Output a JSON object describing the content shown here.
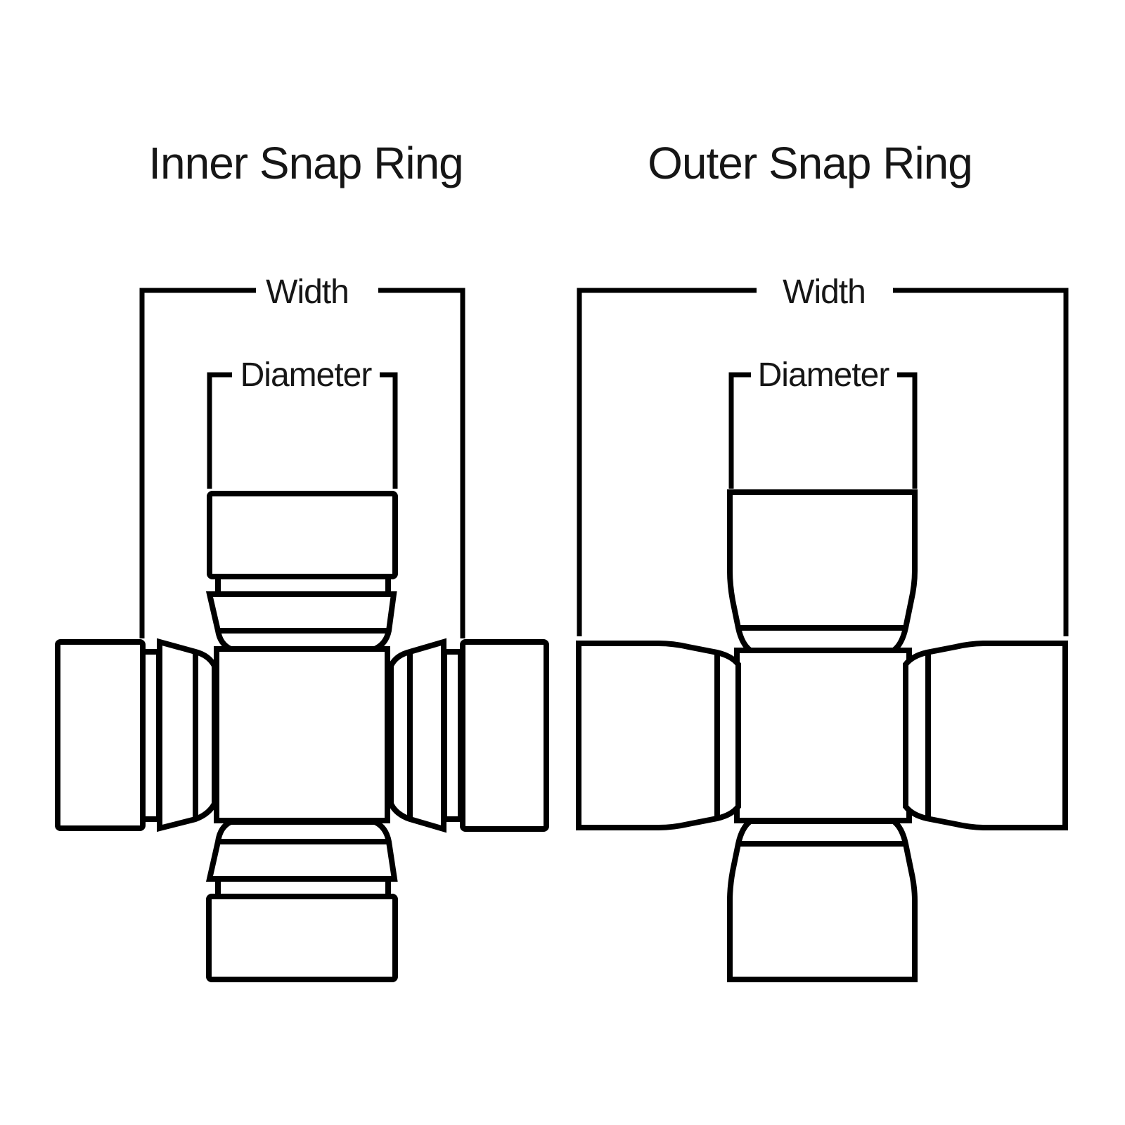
{
  "page": {
    "background": "#ffffff"
  },
  "colors": {
    "line": "#000000",
    "text": "#161616"
  },
  "diagrams": {
    "inner": {
      "title": "Inner Snap Ring",
      "width_label": "Width",
      "diameter_label": "Diameter"
    },
    "outer": {
      "title": "Outer Snap Ring",
      "width_label": "Width",
      "diameter_label": "Diameter"
    }
  }
}
